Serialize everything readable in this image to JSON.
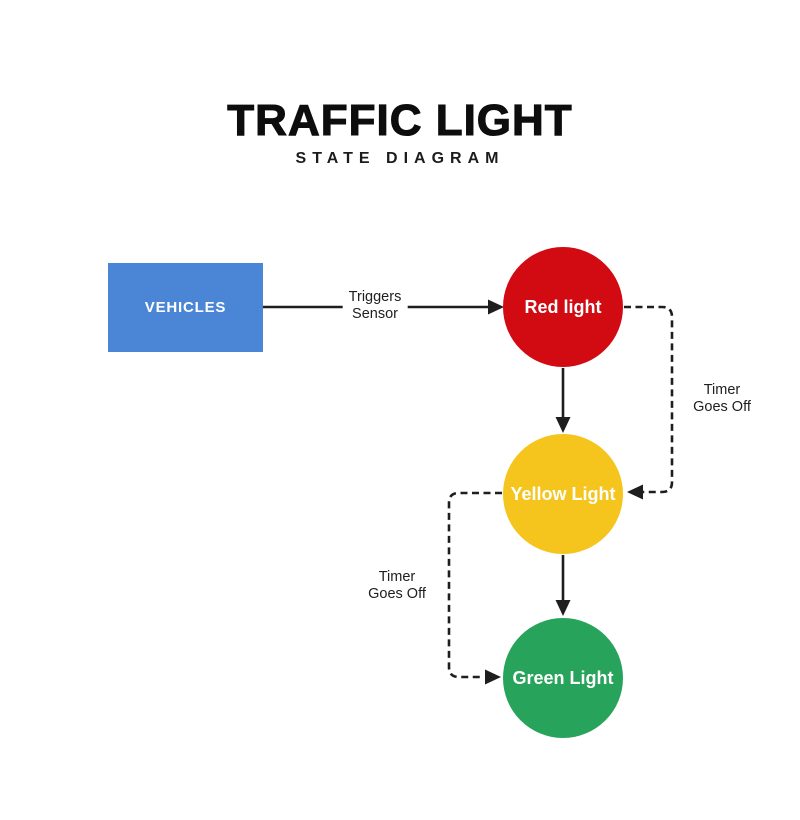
{
  "title": "TRAFFIC LIGHT",
  "subtitle": "STATE DIAGRAM",
  "nodes": {
    "vehicles": {
      "label": "VEHICLES",
      "shape": "rectangle"
    },
    "red": {
      "label": "Red light",
      "shape": "circle"
    },
    "yellow": {
      "label": "Yellow Light",
      "shape": "circle"
    },
    "green": {
      "label": "Green Light",
      "shape": "circle"
    }
  },
  "edges": {
    "vehicles_to_red": {
      "label": "Triggers\nSensor",
      "style": "solid",
      "from": "VEHICLES",
      "to": "Red light"
    },
    "red_to_yellow": {
      "label": "",
      "style": "solid",
      "from": "Red light",
      "to": "Yellow Light"
    },
    "yellow_to_green": {
      "label": "",
      "style": "solid",
      "from": "Yellow Light",
      "to": "Green Light"
    },
    "red_timer_loop": {
      "label": "Timer\nGoes Off",
      "style": "dashed",
      "from": "Red light",
      "to": "Yellow Light"
    },
    "yellow_timer_loop": {
      "label": "Timer\nGoes Off",
      "style": "dashed",
      "from": "Yellow Light",
      "to": "Green Light"
    }
  },
  "colors": {
    "vehicles_blue": "#4a86d5",
    "red": "#d20a11",
    "yellow": "#f5c51d",
    "green": "#28a35b",
    "line": "#1e1e1e",
    "node_text": "#ffffff",
    "background": "#ffffff"
  }
}
